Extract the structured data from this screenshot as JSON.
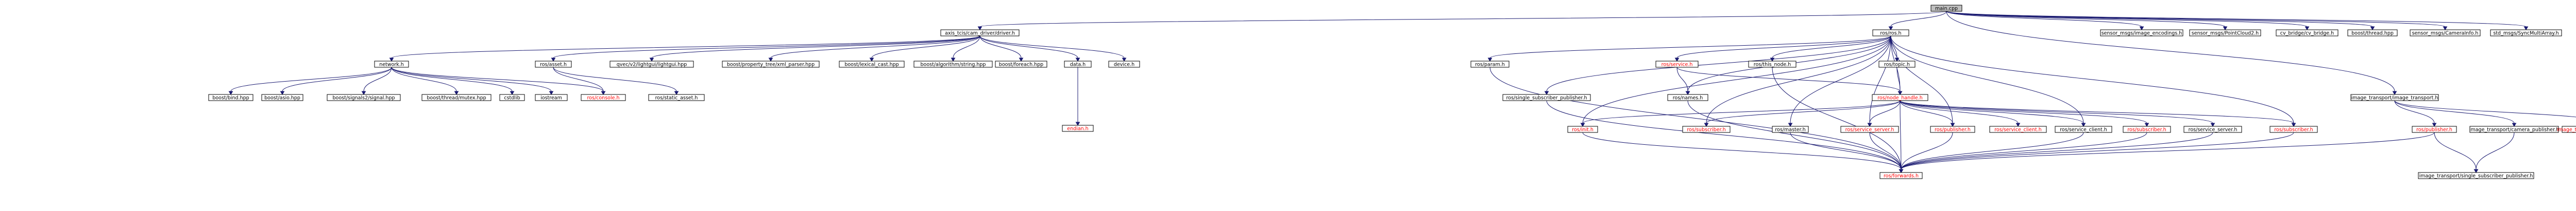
{
  "graph": {
    "root": "main.cpp",
    "nodes": [
      {
        "id": "main_cpp",
        "label": "main.cpp",
        "style": "root"
      },
      {
        "id": "axis_driver",
        "label": "axis_tcis/cam_driver/driver.h",
        "style": "normal"
      },
      {
        "id": "ros_ros",
        "label": "ros/ros.h",
        "style": "normal"
      },
      {
        "id": "image_encodings",
        "label": "sensor_msgs/image_encodings.h",
        "style": "normal"
      },
      {
        "id": "pointcloud2",
        "label": "sensor_msgs/PointCloud2.h",
        "style": "normal"
      },
      {
        "id": "cv_bridge",
        "label": "cv_bridge/cv_bridge.h",
        "style": "normal"
      },
      {
        "id": "boost_thread",
        "label": "boost/thread.hpp",
        "style": "normal"
      },
      {
        "id": "camera_info",
        "label": "sensor_msgs/CameraInfo.h",
        "style": "normal"
      },
      {
        "id": "sync_multi",
        "label": "std_msgs/SyncMultiArray.h",
        "style": "normal"
      },
      {
        "id": "network_h",
        "label": "network.h",
        "style": "normal"
      },
      {
        "id": "ros_asset",
        "label": "ros/asset.h",
        "style": "normal"
      },
      {
        "id": "qvec",
        "label": "qvec/v2/lightgui/lightgui.hpp",
        "style": "normal"
      },
      {
        "id": "property_tree",
        "label": "boost/property_tree/xml_parser.hpp",
        "style": "normal"
      },
      {
        "id": "lexical_cast",
        "label": "boost/lexical_cast.hpp",
        "style": "normal"
      },
      {
        "id": "algo_string",
        "label": "boost/algorithm/string.hpp",
        "style": "normal"
      },
      {
        "id": "foreach",
        "label": "boost/foreach.hpp",
        "style": "normal"
      },
      {
        "id": "data_h",
        "label": "data.h",
        "style": "normal"
      },
      {
        "id": "device_h",
        "label": "device.h",
        "style": "normal"
      },
      {
        "id": "bind",
        "label": "boost/bind.hpp",
        "style": "normal"
      },
      {
        "id": "asio",
        "label": "boost/asio.hpp",
        "style": "normal"
      },
      {
        "id": "signals2",
        "label": "boost/signals2/signal.hpp",
        "style": "normal"
      },
      {
        "id": "mutex",
        "label": "boost/thread/mutex.hpp",
        "style": "normal"
      },
      {
        "id": "cstdlib",
        "label": "cstdlib",
        "style": "normal"
      },
      {
        "id": "iostream",
        "label": "iostream",
        "style": "normal"
      },
      {
        "id": "ros_console",
        "label": "ros/console.h",
        "style": "missing"
      },
      {
        "id": "static_asset",
        "label": "ros/static_asset.h",
        "style": "normal"
      },
      {
        "id": "endian",
        "label": "endian.h",
        "style": "missing"
      },
      {
        "id": "ros_param",
        "label": "ros/param.h",
        "style": "normal"
      },
      {
        "id": "ros_service",
        "label": "ros/service.h",
        "style": "missing"
      },
      {
        "id": "ros_this_node",
        "label": "ros/this_node.h",
        "style": "normal"
      },
      {
        "id": "ros_topic",
        "label": "ros/topic.h",
        "style": "normal"
      },
      {
        "id": "ros_names",
        "label": "ros/names.h",
        "style": "normal"
      },
      {
        "id": "single_sub_pub",
        "label": "ros/single_subscriber_publisher.h",
        "style": "normal"
      },
      {
        "id": "node_handle",
        "label": "ros/node_handle.h",
        "style": "missing"
      },
      {
        "id": "ros_init",
        "label": "ros/init.h",
        "style": "missing"
      },
      {
        "id": "ros_subscriber_a",
        "label": "ros/subscriber.h",
        "style": "missing"
      },
      {
        "id": "ros_master",
        "label": "ros/master.h",
        "style": "normal"
      },
      {
        "id": "ros_service_server_a",
        "label": "ros/service_server.h",
        "style": "missing"
      },
      {
        "id": "ros_publisher_a",
        "label": "ros/publisher.h",
        "style": "missing"
      },
      {
        "id": "ros_service_client_a",
        "label": "ros/service_client.h",
        "style": "missing"
      },
      {
        "id": "ros_service_client_b",
        "label": "ros/service_client.h",
        "style": "normal"
      },
      {
        "id": "ros_subscriber_b",
        "label": "ros/subscriber.h",
        "style": "missing"
      },
      {
        "id": "ros_service_server_b",
        "label": "ros/service_server.h",
        "style": "normal"
      },
      {
        "id": "ros_subscriber_c",
        "label": "ros/subscriber.h",
        "style": "missing"
      },
      {
        "id": "ros_forwards",
        "label": "ros/forwards.h",
        "style": "missing"
      },
      {
        "id": "it_image_transport",
        "label": "image_transport/image_transport.h",
        "style": "normal"
      },
      {
        "id": "ros_publisher_b",
        "label": "ros/publisher.h",
        "style": "missing"
      },
      {
        "id": "camera_publisher",
        "label": "image_transport/camera_publisher.h",
        "style": "normal"
      },
      {
        "id": "camera_subscriber",
        "label": "image_transport/camera_subscriber.h",
        "style": "missing"
      },
      {
        "id": "it_single_sub_pub",
        "label": "image_transport/single_subscriber_publisher.h",
        "style": "normal"
      }
    ],
    "edges": [
      [
        "main_cpp",
        "axis_driver"
      ],
      [
        "main_cpp",
        "ros_ros"
      ],
      [
        "main_cpp",
        "image_encodings"
      ],
      [
        "main_cpp",
        "pointcloud2"
      ],
      [
        "main_cpp",
        "cv_bridge"
      ],
      [
        "main_cpp",
        "boost_thread"
      ],
      [
        "main_cpp",
        "camera_info"
      ],
      [
        "main_cpp",
        "sync_multi"
      ],
      [
        "main_cpp",
        "it_image_transport"
      ],
      [
        "axis_driver",
        "network_h"
      ],
      [
        "axis_driver",
        "ros_asset"
      ],
      [
        "axis_driver",
        "qvec"
      ],
      [
        "axis_driver",
        "property_tree"
      ],
      [
        "axis_driver",
        "lexical_cast"
      ],
      [
        "axis_driver",
        "algo_string"
      ],
      [
        "axis_driver",
        "foreach"
      ],
      [
        "axis_driver",
        "data_h"
      ],
      [
        "axis_driver",
        "device_h"
      ],
      [
        "network_h",
        "bind"
      ],
      [
        "network_h",
        "asio"
      ],
      [
        "network_h",
        "signals2"
      ],
      [
        "network_h",
        "mutex"
      ],
      [
        "network_h",
        "cstdlib"
      ],
      [
        "network_h",
        "iostream"
      ],
      [
        "network_h",
        "ros_console"
      ],
      [
        "ros_asset",
        "ros_console"
      ],
      [
        "ros_asset",
        "static_asset"
      ],
      [
        "data_h",
        "endian"
      ],
      [
        "ros_ros",
        "ros_param"
      ],
      [
        "ros_ros",
        "ros_service"
      ],
      [
        "ros_ros",
        "ros_this_node"
      ],
      [
        "ros_ros",
        "ros_topic"
      ],
      [
        "ros_ros",
        "node_handle"
      ],
      [
        "ros_ros",
        "ros_names"
      ],
      [
        "ros_ros",
        "ros_init"
      ],
      [
        "ros_ros",
        "ros_subscriber_a"
      ],
      [
        "ros_ros",
        "ros_master"
      ],
      [
        "ros_ros",
        "ros_service_server_a"
      ],
      [
        "ros_ros",
        "ros_publisher_a"
      ],
      [
        "ros_ros",
        "ros_service_client_b"
      ],
      [
        "ros_ros",
        "ros_subscriber_c"
      ],
      [
        "ros_ros",
        "single_sub_pub"
      ],
      [
        "ros_param",
        "ros_forwards"
      ],
      [
        "ros_service",
        "ros_names"
      ],
      [
        "ros_service",
        "node_handle"
      ],
      [
        "ros_this_node",
        "ros_forwards"
      ],
      [
        "ros_topic",
        "node_handle"
      ],
      [
        "ros_names",
        "ros_forwards"
      ],
      [
        "single_sub_pub",
        "ros_forwards"
      ],
      [
        "node_handle",
        "ros_init"
      ],
      [
        "node_handle",
        "ros_subscriber_a"
      ],
      [
        "node_handle",
        "ros_service_server_a"
      ],
      [
        "node_handle",
        "ros_publisher_a"
      ],
      [
        "node_handle",
        "ros_service_client_a"
      ],
      [
        "node_handle",
        "ros_service_client_b"
      ],
      [
        "node_handle",
        "ros_subscriber_b"
      ],
      [
        "node_handle",
        "ros_service_server_b"
      ],
      [
        "node_handle",
        "ros_subscriber_c"
      ],
      [
        "node_handle",
        "ros_forwards"
      ],
      [
        "ros_init",
        "ros_forwards"
      ],
      [
        "ros_master",
        "ros_forwards"
      ],
      [
        "ros_service_server_a",
        "ros_forwards"
      ],
      [
        "ros_publisher_a",
        "ros_forwards"
      ],
      [
        "ros_service_client_b",
        "ros_forwards"
      ],
      [
        "ros_subscriber_b",
        "ros_forwards"
      ],
      [
        "ros_service_server_b",
        "ros_forwards"
      ],
      [
        "ros_subscriber_c",
        "ros_forwards"
      ],
      [
        "it_image_transport",
        "ros_publisher_b"
      ],
      [
        "it_image_transport",
        "camera_publisher"
      ],
      [
        "it_image_transport",
        "camera_subscriber"
      ],
      [
        "ros_publisher_b",
        "ros_forwards"
      ],
      [
        "ros_publisher_b",
        "it_single_sub_pub"
      ],
      [
        "camera_publisher",
        "it_single_sub_pub"
      ]
    ]
  },
  "colors": {
    "edge": "#191970",
    "node_fill": "#ffffff",
    "root_fill": "#bfbfbf",
    "node_text": "#000000",
    "missing_text": "#ff0000"
  }
}
